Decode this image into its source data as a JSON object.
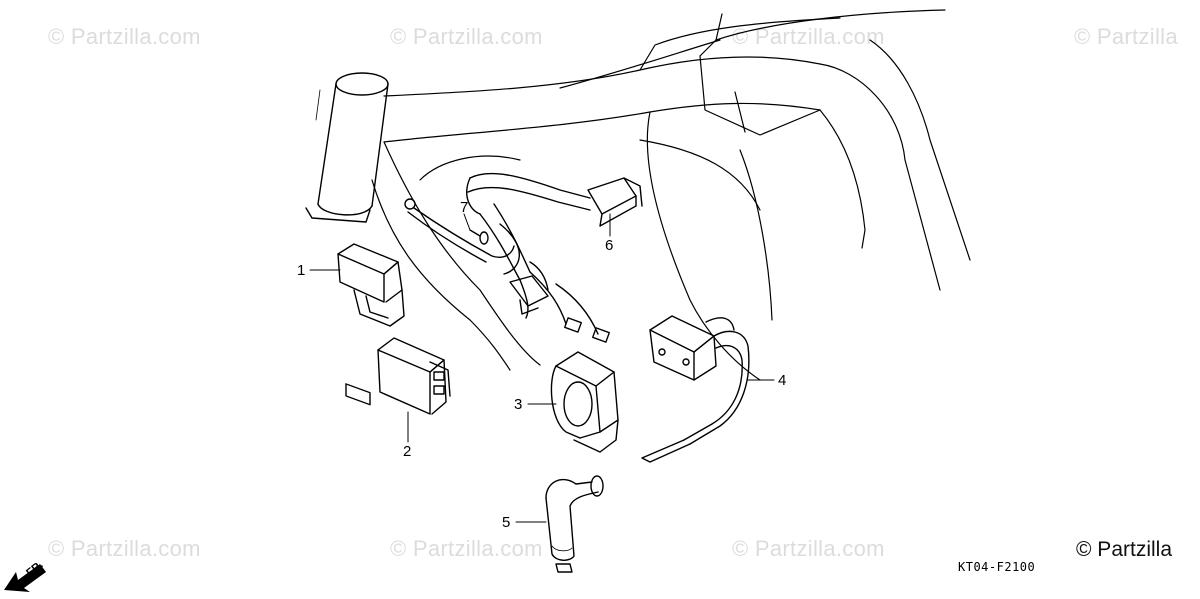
{
  "watermark_text": "© Partzilla.com",
  "watermark_edge_text": "© Partzilla",
  "brand_label": "© Partzilla",
  "diagram_code": "KT04-F2100",
  "direction_label": "FR.",
  "callouts": [
    "1",
    "2",
    "3",
    "4",
    "5",
    "6",
    "7"
  ],
  "icons": {
    "direction": "front-direction-arrow-icon"
  }
}
